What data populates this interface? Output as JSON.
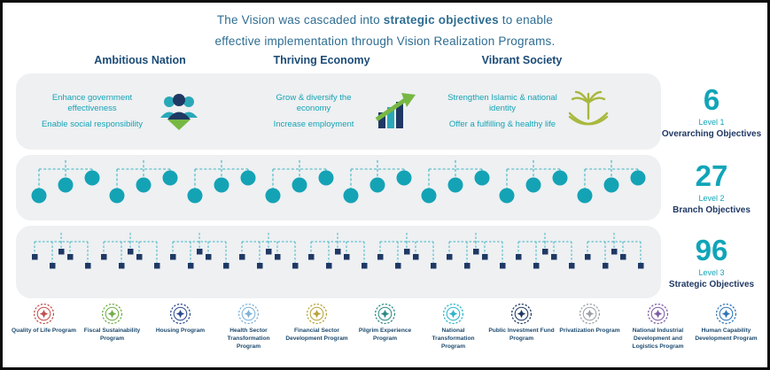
{
  "title": {
    "line1_pre": "The Vision was cascaded into",
    "line1_bold": "strategic objectives",
    "line1_post": "to enable",
    "line2": "effective implementation through Vision Realization Programs."
  },
  "pillars": [
    {
      "name": "Ambitious Nation",
      "icon": "community-shield-icon",
      "objectives": [
        "Enhance government effectiveness",
        "Enable social responsibility"
      ]
    },
    {
      "name": "Thriving Economy",
      "icon": "growth-chart-arrow-icon",
      "objectives": [
        "Grow & diversify the economy",
        "Increase employment"
      ]
    },
    {
      "name": "Vibrant Society",
      "icon": "palm-and-swords-icon",
      "objectives": [
        "Strengthen Islamic & national identity",
        "Offer a fulfilling & healthy life"
      ]
    }
  ],
  "levels": [
    {
      "value": "6",
      "level_label": "Level 1",
      "name": "Overarching Objectives"
    },
    {
      "value": "27",
      "level_label": "Level 2",
      "name": "Branch Objectives"
    },
    {
      "value": "96",
      "level_label": "Level 3",
      "name": "Strategic Objectives"
    }
  ],
  "programs": [
    {
      "name": "Quality of Life Program",
      "color": "#c0504d"
    },
    {
      "name": "Fiscal Sustainability Program",
      "color": "#70ad47"
    },
    {
      "name": "Housing Program",
      "color": "#2e4b8f"
    },
    {
      "name": "Health Sector Transformation Program",
      "color": "#7fb2d9"
    },
    {
      "name": "Financial Sector Development Program",
      "color": "#b9a43a"
    },
    {
      "name": "Pilgrim Experience Program",
      "color": "#2c8a84"
    },
    {
      "name": "National Transformation Program",
      "color": "#29b5c9"
    },
    {
      "name": "Public Investment Fund Program",
      "color": "#1f3864"
    },
    {
      "name": "Privatization Program",
      "color": "#9aa0a6"
    },
    {
      "name": "National Industrial Development and Logistics Program",
      "color": "#7d5ba6"
    },
    {
      "name": "Human Capability Development Program",
      "color": "#2e75b6"
    }
  ],
  "accent_colors": {
    "teal": "#10a5b8",
    "navy": "#1f3864",
    "lime": "#a9b83e",
    "green": "#77b843",
    "band_gray": "#eef0f2",
    "title_blue": "#2e6d92"
  }
}
